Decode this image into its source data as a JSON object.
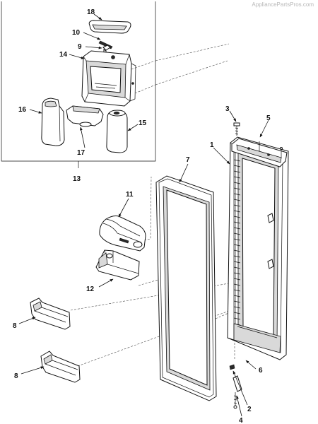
{
  "watermark": "AppliancePartsPros.com",
  "callouts": {
    "c1": "1",
    "c2": "2",
    "c3": "3",
    "c4": "4",
    "c5": "5",
    "c6": "6",
    "c7": "7",
    "c8a": "8",
    "c8b": "8",
    "c9": "9",
    "c10": "10",
    "c11": "11",
    "c12": "12",
    "c13": "13",
    "c14": "14",
    "c15": "15",
    "c16": "16",
    "c17": "17",
    "c18": "18"
  }
}
